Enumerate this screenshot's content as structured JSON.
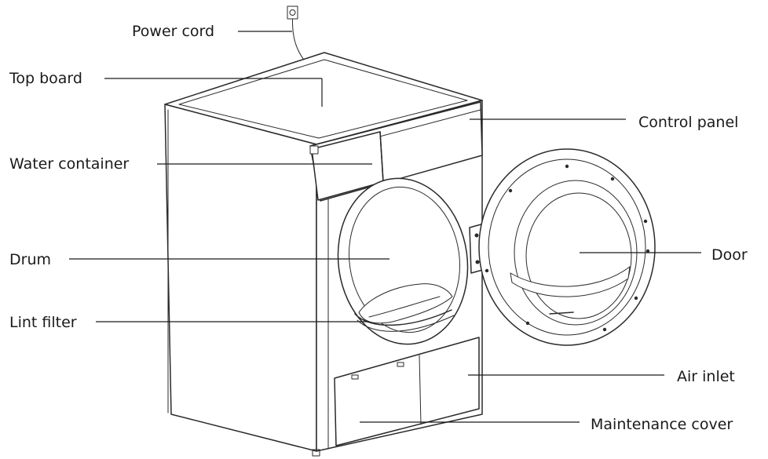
{
  "labels": {
    "power_cord": "Power cord",
    "top_board": "Top board",
    "water_container": "Water container",
    "drum": "Drum",
    "lint_filter": "Lint filter",
    "control_panel": "Control panel",
    "door": "Door",
    "air_inlet": "Air inlet",
    "maintenance_cover": "Maintenance cover"
  }
}
